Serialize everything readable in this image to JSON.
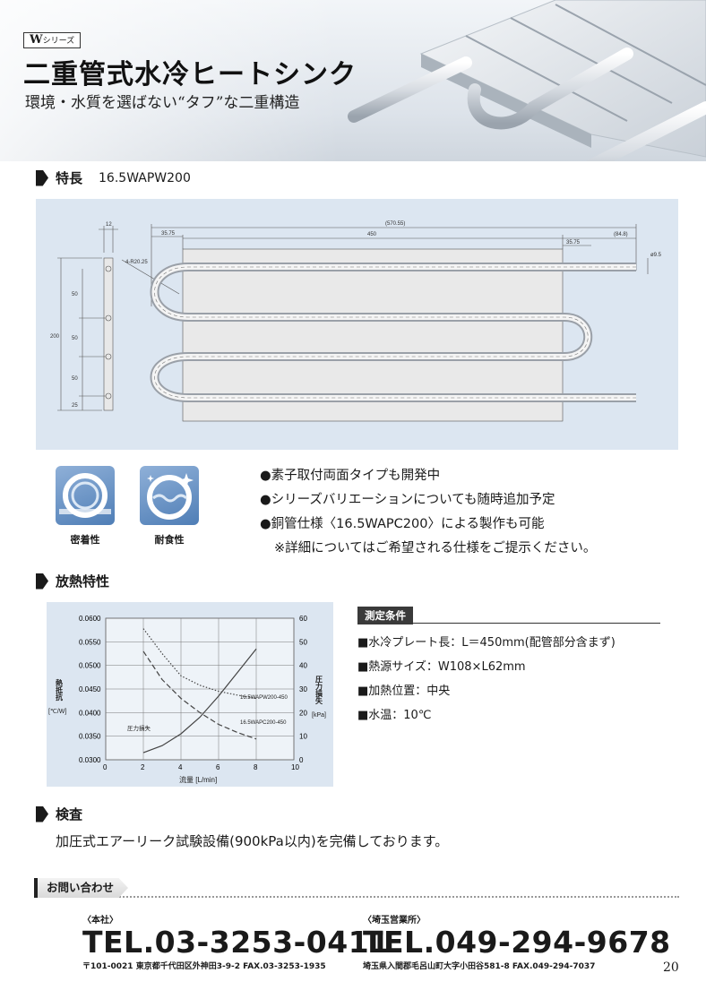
{
  "header": {
    "series_letter": "W",
    "series_suffix": "シリーズ",
    "title": "二重管式水冷ヒートシンク",
    "subtitle": "環境・水質を選ばない“タフ”な二重構造"
  },
  "features": {
    "heading": "特長",
    "model": "16.5WAPW200",
    "drawing": {
      "dims": [
        "12",
        "(570.55)",
        "35.75",
        "450",
        "(84.8)",
        "35.75",
        "ø9.5",
        "4-R20.25",
        "50",
        "50",
        "50",
        "200",
        "25"
      ]
    },
    "icons": [
      {
        "label": "密着性",
        "icon": "ring-icon"
      },
      {
        "label": "耐食性",
        "icon": "corrosion-icon"
      }
    ],
    "bullets": [
      "●素子取付両面タイプも開発中",
      "●シリーズバリエーションについても随時追加予定",
      "●銅管仕様〈16.5WAPC200〉による製作も可能"
    ],
    "note": "※詳細についてはご希望される仕様をご提示ください。"
  },
  "thermal": {
    "heading": "放熱特性"
  },
  "chart_data": {
    "type": "line",
    "xlabel": "流量 [L/min]",
    "ylabel": "熱抵抗",
    "ylabel_unit": "[℃/W]",
    "y2label": "圧力損失",
    "y2label_unit": "[kPa]",
    "xlim": [
      0,
      10
    ],
    "ylim": [
      0.03,
      0.06
    ],
    "y2lim": [
      0,
      60
    ],
    "xticks": [
      "0",
      "2",
      "4",
      "6",
      "8",
      "10"
    ],
    "yticks": [
      "0.0300",
      "0.0350",
      "0.0400",
      "0.0450",
      "0.0500",
      "0.0550",
      "0.0600"
    ],
    "y2ticks": [
      "0",
      "10",
      "20",
      "30",
      "40",
      "50",
      "60"
    ],
    "grid": true,
    "series": [
      {
        "name": "16.5WAPW200-450",
        "axis": "left",
        "style": "dotted",
        "x": [
          2,
          3,
          4,
          5,
          6,
          7,
          8
        ],
        "y": [
          0.0578,
          0.0525,
          0.0478,
          0.0458,
          0.0445,
          0.0437,
          0.043
        ]
      },
      {
        "name": "16.5WAPC200-450",
        "axis": "left",
        "style": "dashed",
        "x": [
          2,
          3,
          4,
          5,
          6,
          7,
          8
        ],
        "y": [
          0.053,
          0.047,
          0.043,
          0.04,
          0.0375,
          0.0358,
          0.0344
        ]
      },
      {
        "name": "圧力損失",
        "axis": "right",
        "style": "solid",
        "x": [
          2,
          3,
          4,
          5,
          6,
          7,
          8
        ],
        "y": [
          3,
          6,
          11,
          18,
          27,
          37,
          47
        ]
      }
    ]
  },
  "conditions": {
    "heading": "測定条件",
    "items": [
      "■水冷プレート長：L＝450mm(配管部分含まず)",
      "■熱源サイズ：W108×L62mm",
      "■加熱位置：中央",
      "■水温：10℃"
    ]
  },
  "inspection": {
    "heading": "検査",
    "text": "加圧式エアーリーク試験設備(900kPa以内)を完備しております。"
  },
  "contact": {
    "heading": "お問い合わせ",
    "offices": [
      {
        "name": "〈本社〉",
        "tel": "TEL.03-3253-0411",
        "address": "〒101-0021 東京都千代田区外神田3-9-2  FAX.03-3253-1935"
      },
      {
        "name": "〈埼玉営業所〉",
        "tel": "TEL.049-294-9678",
        "address": "埼玉県入間郡毛呂山町大字小田谷581-8   FAX.049-294-7037"
      }
    ]
  },
  "page_number": "20"
}
